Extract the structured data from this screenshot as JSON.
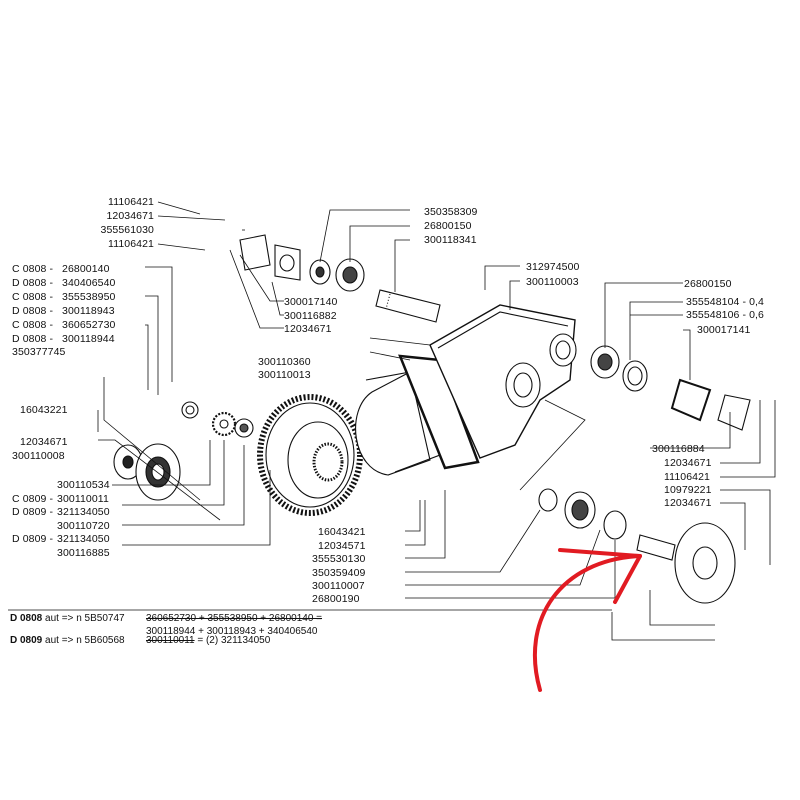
{
  "diagram": {
    "type": "exploded-view parts diagram",
    "callout_color": "#e11b22",
    "labels": {
      "top_left": [
        "11106421",
        "12034671",
        "355561030",
        "11106421"
      ],
      "variants_left": [
        {
          "code": "C 0808 -",
          "part": "26800140"
        },
        {
          "code": "D 0808 -",
          "part": "340406540"
        },
        {
          "code": "C 0808 -",
          "part": "355538950"
        },
        {
          "code": "D 0808 -",
          "part": "300118943"
        },
        {
          "code": "C 0808 -",
          "part": "360652730"
        },
        {
          "code": "D 0808 -",
          "part": "300118944"
        }
      ],
      "left_single": "350377745",
      "left_mid": [
        "16043221",
        "12034671",
        "300110008"
      ],
      "left_low": [
        {
          "code": "",
          "part": "300110534"
        },
        {
          "code": "C 0809 -",
          "part": "300110011"
        },
        {
          "code": "D 0809 -",
          "part": "321134050"
        },
        {
          "code": "",
          "part": "300110720"
        },
        {
          "code": "D 0809 -",
          "part": "321134050"
        },
        {
          "code": "",
          "part": "300116885"
        }
      ],
      "top_center": [
        "350358309",
        "26800150",
        "300118341"
      ],
      "center_under": [
        "300017140",
        "300116882",
        "12034671"
      ],
      "cover_labels": [
        "300110360",
        "300110013"
      ],
      "top_right_pair": [
        "312974500",
        "300110003"
      ],
      "right_top": [
        "26800150"
      ],
      "shims": [
        "355548104 - 0,4",
        "355548106 - 0,6"
      ],
      "right_single": "300017141",
      "right_mid": [
        "300116884",
        "12034671",
        "11106421",
        "10979221",
        "12034671"
      ],
      "center_low": [
        "16043421",
        "12034571",
        "355530130",
        "350359409",
        "300110007",
        "26800190"
      ]
    },
    "notes": {
      "d0808": {
        "model": "D 0808",
        "suffix": "aut",
        "arrow": "=>",
        "serial": "n 5B50747",
        "struck": "360652730 + 355538950 + 26800140 =",
        "replacement": "300118944 + 300118943 + 340406540"
      },
      "d0809": {
        "model": "D 0809",
        "suffix": "aut",
        "arrow": "=>",
        "serial": "n 5B60568",
        "struck": "300110011",
        "replacement": "= (2)  321134050"
      }
    }
  }
}
